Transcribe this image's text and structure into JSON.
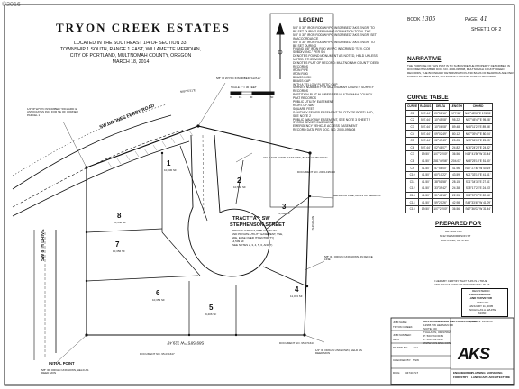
{
  "corner_stamp": "©2016",
  "header": {
    "title": "TRYON CREEK ESTATES",
    "subtitle_lines": [
      "LOCATED IN THE SOUTHEAST 1/4 OF SECTION 33,",
      "TOWNSHIP 1 SOUTH, RANGE 1 EAST, WILLAMETTE MERIDIAN,",
      "CITY OF PORTLAND, MULTNOMAH COUNTY, OREGON",
      "MARCH 18, 2014"
    ]
  },
  "book_page": {
    "book_label": "BOOK",
    "book_value": "1305",
    "page_label": "PAGE",
    "page_value": "41",
    "sheet": "SHEET 1 OF 2"
  },
  "scale": {
    "label": "SCALE 1\" = 30 FEET",
    "ticks": [
      "0",
      "15",
      "30",
      "60"
    ]
  },
  "legend": {
    "title": "LEGEND",
    "items": [
      "5/8\" X 30\" IRON ROD W/YPC INSCRIBED \"AKS ENGR\" TO BE SET DURING REMAINING FORMATION TOTAL THE",
      "5/8\" X 30\" IRON ROD W/YPC INSCRIBED \"AKS ENGR\" SET IN ACCORDANCE",
      "5/8\" X 30\" IRON ROD W/YPC INSCRIBED \"AKS ENGR\" TO BE SET DURING",
      "FOUND 5/8\" IRON ROD W/YPC INSCRIBED \"S.W. COR SUBDIV. INC.\" PER SN",
      "DENOTES FOUND MONUMENT AS NOTED, HELD UNLESS NOTED OTHERWISE",
      "DENOTES PLAT OF RECORD: MULTNOMAH COUNTY DEED RECORDS",
      "IRON PIPE",
      "IRON ROD",
      "BRASS DISK",
      "BRASS CAP",
      "WITH A YELLOW PLASTIC CAP",
      "SURVEY NUMBER PER MULTNOMAH COUNTY SURVEY RECORDS",
      "PARTITION PLAT NUMBER PER MULTNOMAH COUNTY PLAT RECORDS",
      "PUBLIC UTILITY EASEMENT",
      "RIGHT-OF-WAY",
      "SQUARE FEET",
      "SANITARY SEWER EASEMENT TO CITY OF PORTLAND, SEE NOTE 2",
      "PUBLIC WALKWAY EASEMENT, SEE NOTE 3 SHEET 2",
      "STORM SEWER EASEMENT",
      "EMERGENCY VEHICLE ACCESS EASEMENT",
      "RECORD DATA PER DOC. NO. 2000-095808"
    ]
  },
  "narrative": {
    "title": "NARRATIVE",
    "lines": [
      "THE PURPOSE OF THIS PLAT IS TO SUBDIVIDE THE PROPERTY DESCRIBED IN",
      "DOCUMENT NUMBER DOC. NO. 2000-095808, MULTNOMAH COUNTY DEED",
      "RECORDS, THE BOUNDARY DETERMINATION AND BASIS OF BEARINGS ARE PER",
      "SURVEY NUMBER 61166, MULTNOMAH COUNTY SURVEY RECORDS."
    ]
  },
  "curve_table": {
    "title": "CURVE TABLE",
    "columns": [
      "CURVE",
      "RADIUS",
      "DELTA",
      "LENGTH",
      "CHORD"
    ],
    "rows": [
      [
        "C1",
        "507.44'",
        "20°51'16\"",
        "177.52'",
        "N62°48'51\"E 176.31'"
      ],
      [
        "C2",
        "507.44'",
        "10°45'08\"",
        "95.22'",
        "N57°45'47\"E 95.08'"
      ],
      [
        "C3",
        "507.44'",
        "10°06'08\"",
        "89.48'",
        "N68°11'25\"E 89.36'"
      ],
      [
        "C4",
        "507.44'",
        "09°02'49\"",
        "80.12'",
        "N67°39'47\"E 80.04'"
      ],
      [
        "C5",
        "507.44'",
        "02°49'43\"",
        "25.05'",
        "N73°36'03\"E 25.05'"
      ],
      [
        "C6",
        "507.44'",
        "02°48'07\"",
        "24.82'",
        "N76°24'28\"E 24.82'"
      ],
      [
        "C7",
        "19.50'",
        "107°25'00\"",
        "36.56'",
        "N18°41'56\"W 31.44'"
      ],
      [
        "C8",
        "41.50'",
        "281°40'56\"",
        "204.03'",
        "N68°25'15\"E 51.50'"
      ],
      [
        "C9",
        "41.50'",
        "57°56'00\"",
        "41.96'",
        "N37°27'48\"W 40.19'"
      ],
      [
        "C10",
        "41.50'",
        "60°10'22\"",
        "43.59'",
        "N21°33'16\"E 41.61'"
      ],
      [
        "C11",
        "41.50'",
        "38°51'58\"",
        "28.15'",
        "S71°34'34\"E 27.61'"
      ],
      [
        "C12",
        "41.50'",
        "33°39'42\"",
        "24.38'",
        "S35°17'24\"E 24.03'"
      ],
      [
        "C13",
        "41.50'",
        "31°41'18\"",
        "22.95'",
        "S02°37'07\"E 22.66'"
      ],
      [
        "C14",
        "41.50'",
        "59°20'26\"",
        "42.98'",
        "S43°33'45\"W 41.09'"
      ],
      [
        "C15",
        "19.50'",
        "107°25'00\"",
        "36.56'",
        "S67°36'02\"W 31.44'"
      ]
    ]
  },
  "prepared_for": {
    "title": "PREPARED FOR",
    "lines": [
      "ARTHUR LLC",
      "6632 SW MORRISON ST",
      "PORTLAND, OR 97205"
    ]
  },
  "certification": {
    "lines": [
      "I HEREBY CERTIFY THAT THIS IS A TRUE",
      "AND EXACT COPY OF THE ORIGINAL PLAT"
    ],
    "stamp_lines": [
      "REGISTERED",
      "PROFESSIONAL",
      "LAND SURVEYOR",
      "OREGON",
      "JANUARY 11, 2005",
      "NICHOLAS A. WHITE",
      "61660"
    ],
    "renews": "RENEWS: 12/31/14"
  },
  "title_block": {
    "firm": "AKS ENGINEERING AND FORESTRY, LLC",
    "address_lines": [
      "12965 SW HERMAN RD",
      "SUITE 100",
      "TUALATIN, OR 97062",
      "P: 503.563.6151",
      "F: 503.563.6152",
      "WWW.AKS-ENG.COM"
    ],
    "job_name_label": "JOB NAME:",
    "job_name": "TRYON CREEK",
    "job_number_label": "JOB NUMBER:",
    "job_number": "3474",
    "drawn_by_label": "DRAWN BY:",
    "drawn_by": "JCH",
    "checked_by_label": "CHECKED BY:",
    "checked_by": "NSW",
    "dwg_label": "DWG:",
    "dwg": "3474CPLT",
    "logo": "AKS",
    "disciplines": [
      "ENGINEERING",
      "PLANNING",
      "SURVEYING",
      "FORESTRY",
      "LANDSCAPE ARCHITECTURE"
    ]
  },
  "map": {
    "street_ferry": "SW BOONES FERRY ROAD",
    "street_8th": "SW 8TH DRIVE",
    "tract_lines": [
      "TRACT \"A\": SW",
      "STEPHENSON STREET",
      "(PRIVATE STREET, PUBLIC UTILITY",
      "AND PRIVATE UTILITY EASEMENT, SSE,",
      "SDE, EVAE OVER ITS ENTIRETY)",
      "14,509 SF",
      "(SEE NOTES 2, 3, 4, 5, 6, AND 7)"
    ],
    "lots": [
      {
        "num": "1",
        "area": "10,030 SF"
      },
      {
        "num": "2",
        "area": "10,566 SF"
      },
      {
        "num": "3",
        "area": "15,300 SF"
      },
      {
        "num": "4",
        "area": "11,033 SF"
      },
      {
        "num": "5",
        "area": "9,406 SF"
      },
      {
        "num": "6",
        "area": "10,353 SF"
      },
      {
        "num": "7",
        "area": "10,356 SF"
      },
      {
        "num": "8",
        "area": "10,358 SF"
      }
    ],
    "bearing_bottom": "S89°58'57\"W 329.49'",
    "bearing_top": "N89°55'31\"E",
    "bearing_right": "N0°00'34\"E",
    "doc_numbers": [
      "DOCUMENT NO. 95-071647",
      "DOCUMENT NO. 95-071647",
      "DOCUMENT NO. 2003-195410"
    ],
    "initial_point": "INITIAL POINT",
    "found_notes": [
      "1/2\" IP W/YPC INSCRIBED \"RICHARD & ASSOCIATES INC\" FOR SE OF CORNER PARCEL 1",
      "5/8\" IR W/YPC INSCRIBED \"ALPHA\"",
      "5/8\" IR, ORIGIN UNKNOWN, IN FENCE LINE",
      "1/2\" IP, ORIGIN UNKNOWN, HELD AS DEED MON",
      "5/8\" IR, ORIGIN UNKNOWN, HELD AS DEED MON",
      "HELD FOR NORTHEAST LINE, BASIS OF BEARING",
      "HELD FOR LINE, BASIS OF BEARING"
    ]
  }
}
